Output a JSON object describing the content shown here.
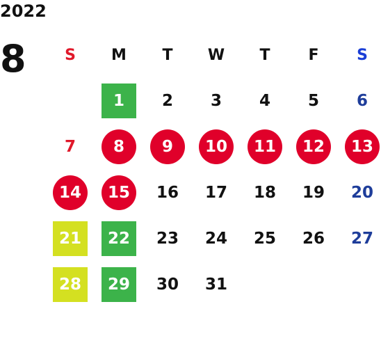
{
  "year": "2022",
  "month": "8",
  "weekdays": [
    "S",
    "M",
    "T",
    "W",
    "T",
    "F",
    "S"
  ],
  "weeks": [
    [
      "",
      "1",
      "2",
      "3",
      "4",
      "5",
      "6"
    ],
    [
      "7",
      "8",
      "9",
      "10",
      "11",
      "12",
      "13"
    ],
    [
      "14",
      "15",
      "16",
      "17",
      "18",
      "19",
      "20"
    ],
    [
      "21",
      "22",
      "23",
      "24",
      "25",
      "26",
      "27"
    ],
    [
      "28",
      "29",
      "30",
      "31",
      "",
      "",
      ""
    ]
  ],
  "colors": {
    "holiday_circle": "#e0002a",
    "green_box": "#3cb34a",
    "yellow_box": "#d4e021",
    "sunday_text": "#e0182a",
    "saturday_text": "#1e3d9a"
  }
}
